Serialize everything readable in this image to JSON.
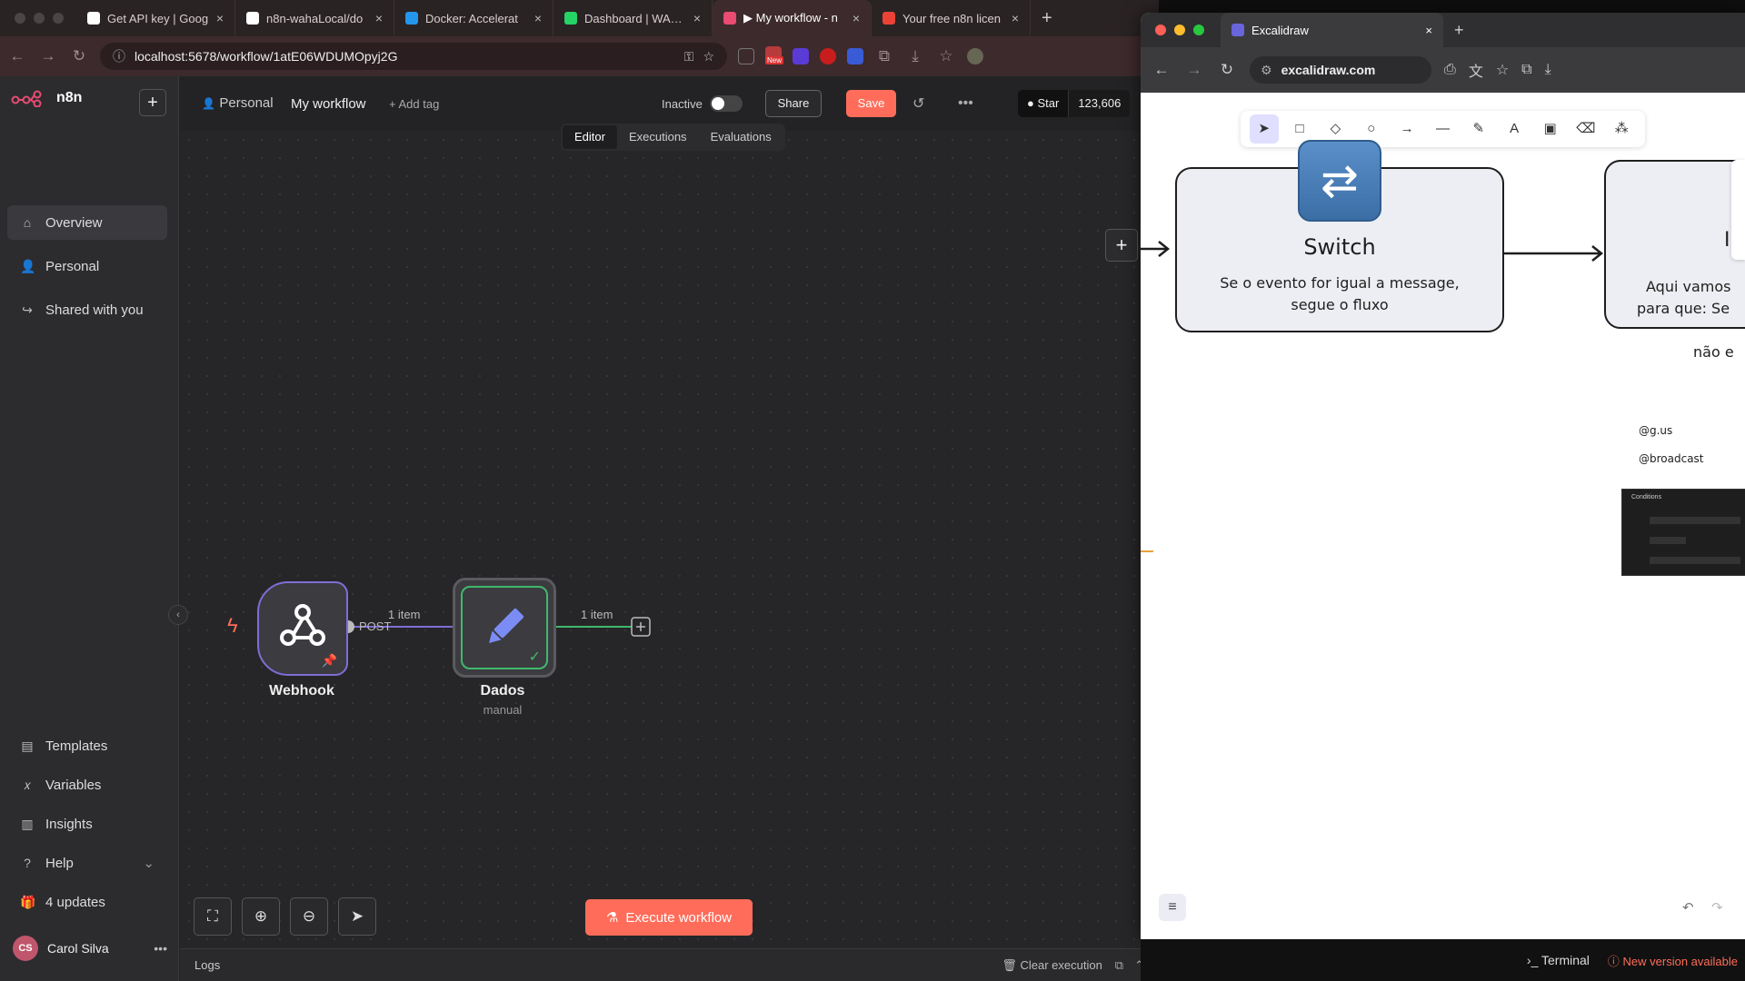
{
  "browser_left": {
    "tabs": [
      {
        "title": "Get API key | Goog",
        "favicon_color": "#ffffff",
        "active": false
      },
      {
        "title": "n8n-wahaLocal/do",
        "favicon_color": "#ffffff",
        "active": false
      },
      {
        "title": "Docker: Accelerat",
        "favicon_color": "#2496ed",
        "active": false
      },
      {
        "title": "Dashboard | WAHA",
        "favicon_color": "#25d366",
        "active": false
      },
      {
        "title": "▶ My workflow - n",
        "favicon_color": "#ea4b71",
        "active": true
      },
      {
        "title": "Your free n8n licen",
        "favicon_color": "#ea4335",
        "active": false
      }
    ],
    "new_tab": "+",
    "url": "localhost:5678/workflow/1atE06WDUMOpyj2G",
    "new_badge": "New"
  },
  "n8n": {
    "brand": "n8n",
    "add_button": "+",
    "sidebar": {
      "top_items": [
        {
          "label": "Overview",
          "icon": "home-icon",
          "glyph": "⌂",
          "selected": true
        },
        {
          "label": "Personal",
          "icon": "person-icon",
          "glyph": "👤",
          "selected": false
        },
        {
          "label": "Shared with you",
          "icon": "share-icon",
          "glyph": "↪",
          "selected": false
        }
      ],
      "bottom_items": [
        {
          "label": "Templates",
          "icon": "templates-icon",
          "glyph": "▤"
        },
        {
          "label": "Variables",
          "icon": "variables-icon",
          "glyph": "𝑥"
        },
        {
          "label": "Insights",
          "icon": "insights-icon",
          "glyph": "▥"
        },
        {
          "label": "Help",
          "icon": "help-icon",
          "glyph": "?"
        },
        {
          "label": "4 updates",
          "icon": "gift-icon",
          "glyph": "🎁"
        }
      ],
      "user": {
        "initials": "CS",
        "name": "Carol Silva",
        "more": "•••"
      }
    },
    "header": {
      "project": "Personal",
      "workflow_name": "My workflow",
      "add_tag": "+ Add tag",
      "status": "Inactive",
      "share": "Share",
      "save": "Save",
      "github_star": "Star",
      "github_count": "123,606",
      "tabs": [
        "Editor",
        "Executions",
        "Evaluations"
      ],
      "active_tab": "Editor"
    },
    "nodes": {
      "webhook": {
        "label": "Webhook",
        "method": "POST"
      },
      "dados": {
        "label": "Dados",
        "subtitle": "manual"
      },
      "conn1": "1 item",
      "conn2": "1 item"
    },
    "execute_button": "Execute workflow",
    "logs": "Logs",
    "clear_execution": "Clear execution",
    "accent_color": "#ff6d5a"
  },
  "browser_right": {
    "tab_title": "Excalidraw",
    "url": "excalidraw.com",
    "canvas": {
      "switch_title": "Switch",
      "switch_text_line1": "Se o evento for igual a message,",
      "switch_text_line2": "segue o fluxo",
      "if_title": "IF",
      "if_text_line1": "Aqui vamos",
      "if_text_line2": "para que: Se",
      "if_text_line3": "não e",
      "note1": "@g.us",
      "note2": "@broadcast",
      "conditions_label": "Conditions"
    }
  },
  "bottom": {
    "terminal": "Terminal",
    "new_version": "New version available"
  }
}
